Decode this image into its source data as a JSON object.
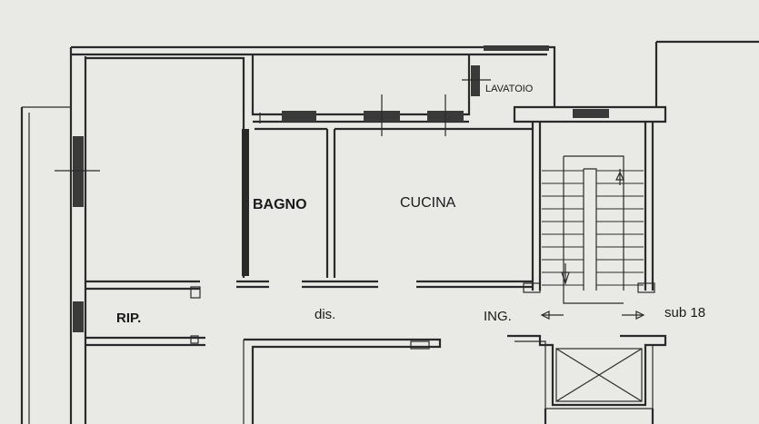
{
  "rooms": {
    "bagno": "BAGNO",
    "cucina": "CUCINA",
    "lavatoio": "LAVATOIO",
    "ripostiglio": "RIP.",
    "disimpegno": "dis.",
    "ingresso": "ING.",
    "sub": "sub 18"
  },
  "colors": {
    "paper": "#e9e9e6",
    "ink": "#2a2a2a"
  }
}
